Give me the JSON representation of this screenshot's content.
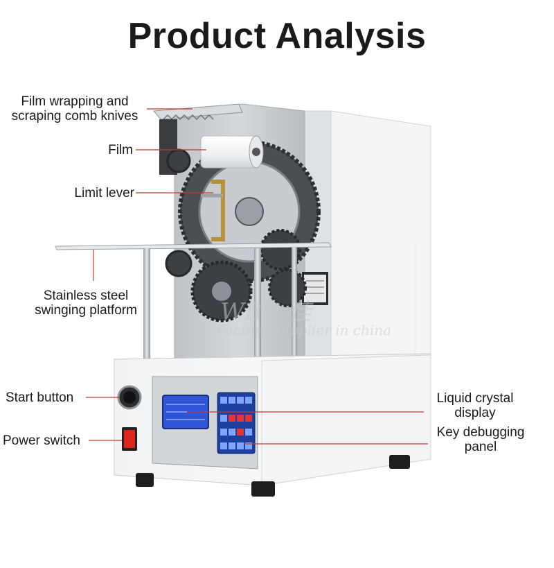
{
  "title": "Product Analysis",
  "labels": {
    "film_wrapping": [
      "Film wrapping and",
      "scraping comb knives"
    ],
    "film": "Film",
    "limit_lever": "Limit lever",
    "platform": [
      "Stainless steel",
      "swinging platform"
    ],
    "start_button": "Start button",
    "power_switch": "Power switch",
    "lcd": [
      "Liquid crystal",
      "display"
    ],
    "key_panel": [
      "Key debugging",
      "panel"
    ]
  },
  "colors": {
    "leader_line": "#c0392b",
    "lcd_screen": "#2f54d6",
    "keypad": "#1f3f9e",
    "power_switch": "#e0261b"
  }
}
